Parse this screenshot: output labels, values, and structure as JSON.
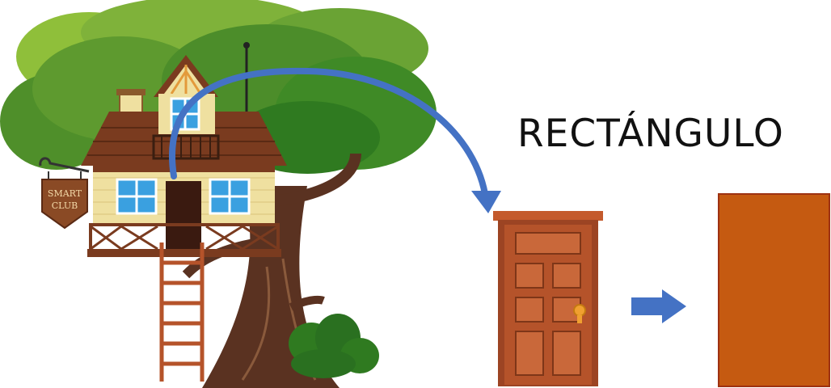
{
  "sign": {
    "line1": "SMART",
    "line2": "CLUB"
  },
  "caption": "RECTÁNGULO",
  "colors": {
    "arrow": "#4472c4",
    "door": "#b5532a",
    "door_frame": "#9c4423",
    "rectangle_fill": "#c55a11",
    "rectangle_stroke": "#9e3212"
  }
}
